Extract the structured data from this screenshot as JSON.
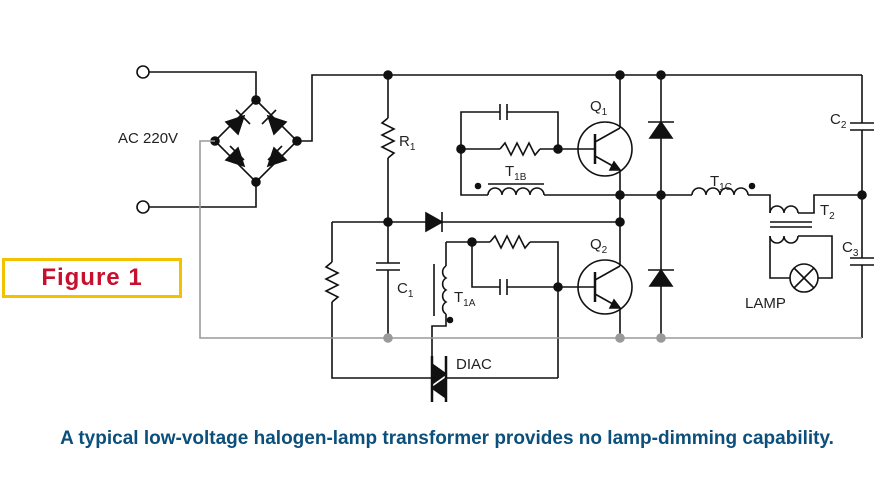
{
  "diagram": {
    "labels": {
      "ac": "AC 220V",
      "r1": "R",
      "r1_sub": "1",
      "c1": "C",
      "c1_sub": "1",
      "c2": "C",
      "c2_sub": "2",
      "c3": "C",
      "c3_sub": "3",
      "q1": "Q",
      "q1_sub": "1",
      "q2": "Q",
      "q2_sub": "2",
      "t1b": "T",
      "t1b_sub": "1B",
      "t1a": "T",
      "t1a_sub": "1A",
      "t1c": "T",
      "t1c_sub": "1C",
      "t2": "T",
      "t2_sub": "2",
      "lamp": "LAMP",
      "diac": "DIAC"
    }
  },
  "figure_label": "Figure 1",
  "caption": "A typical low-voltage halogen-lamp transformer provides no lamp-dimming capability.",
  "colors": {
    "wire": "#111111",
    "return_wire": "#9a9a9a",
    "badge_border": "#f2c200",
    "badge_text": "#c8102e",
    "caption": "#0b4f7a"
  }
}
